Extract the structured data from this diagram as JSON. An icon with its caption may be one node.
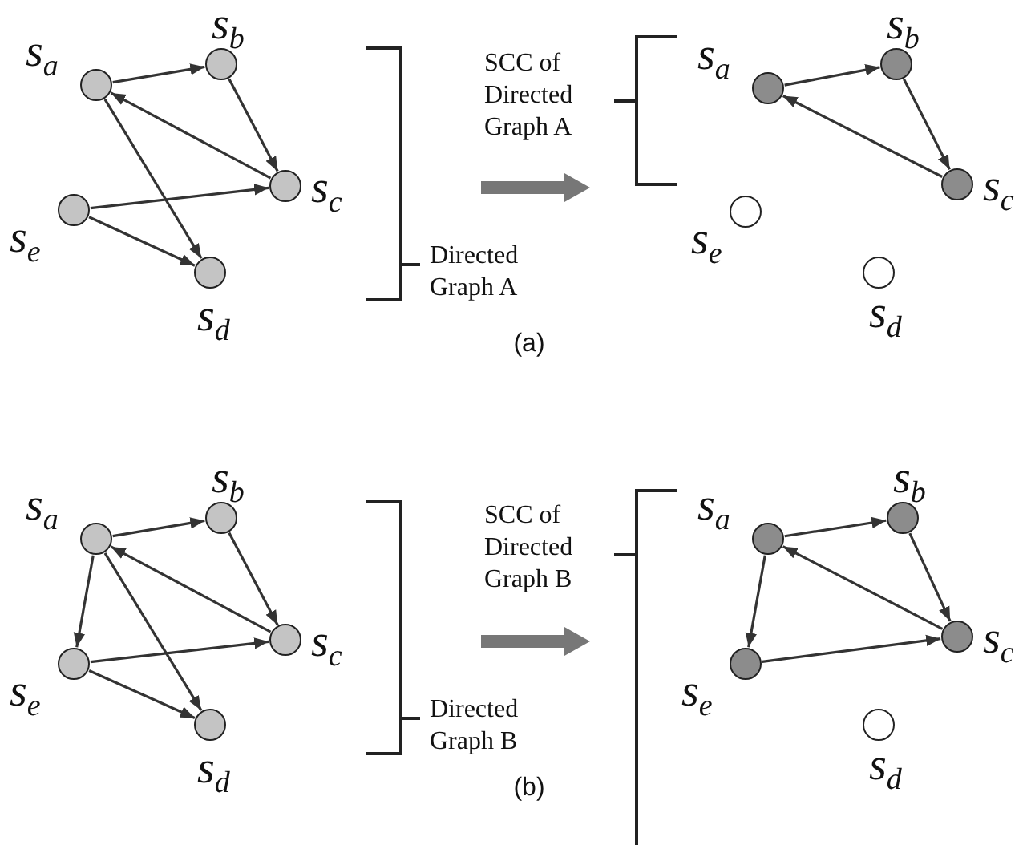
{
  "diagram": {
    "nodes": [
      {
        "text": [],
        "shape": "circle",
        "beside": [
          "s$_{a}$"
        ]
      },
      {
        "text": [],
        "shape": "circle",
        "beside": [
          "s$_{b}$"
        ]
      },
      {
        "text": [],
        "shape": "circle",
        "beside": [
          "s$_{c}$"
        ]
      },
      {
        "text": [],
        "shape": "circle",
        "beside": [
          "s$_{d}$"
        ]
      },
      {
        "text": [],
        "shape": "circle",
        "beside": [
          "s$_{e}$"
        ]
      },
      {
        "text": [],
        "shape": "circle",
        "beside": [
          "s$_{a}$"
        ]
      },
      {
        "text": [],
        "shape": "circle",
        "beside": [
          "s$_{b}$"
        ]
      },
      {
        "text": [],
        "shape": "circle",
        "beside": [
          "s$_{c}$"
        ]
      },
      {
        "text": [],
        "shape": "circle",
        "beside": [
          "s$_{d}$"
        ]
      },
      {
        "text": [],
        "shape": "circle",
        "beside": [
          "s$_{e}$"
        ]
      },
      {
        "text": [],
        "shape": "circle",
        "beside": [
          "s$_{a}$"
        ]
      },
      {
        "text": [],
        "shape": "circle",
        "beside": [
          "s$_{b}$"
        ]
      },
      {
        "text": [],
        "shape": "circle",
        "beside": [
          "s$_{c}$"
        ]
      },
      {
        "text": [],
        "shape": "circle",
        "beside": [
          "s$_{d}$"
        ]
      },
      {
        "text": [],
        "shape": "circle",
        "beside": [
          "s$_{e}$"
        ]
      },
      {
        "text": [],
        "shape": "circle",
        "beside": [
          "s$_{a}$"
        ]
      },
      {
        "text": [],
        "shape": "circle",
        "beside": [
          "s$_{b}$"
        ]
      },
      {
        "text": [],
        "shape": "circle",
        "beside": [
          "s$_{c}$"
        ]
      },
      {
        "text": [],
        "shape": "circle",
        "beside": [
          "s$_{d}$"
        ]
      },
      {
        "text": [],
        "shape": "circle",
        "beside": [
          "s$_{e}$"
        ]
      }
    ],
    "edges": [
      {
        "from": 0,
        "to": 1,
        "arrow": "to"
      },
      {
        "from": 1,
        "to": 2,
        "arrow": "to"
      },
      {
        "from": 2,
        "to": 0,
        "arrow": "to"
      },
      {
        "from": 0,
        "to": 3,
        "arrow": "to"
      },
      {
        "from": 4,
        "to": 2,
        "arrow": "to"
      },
      {
        "from": 4,
        "to": 3,
        "arrow": "to"
      },
      {
        "from": 5,
        "to": 6,
        "arrow": "to"
      },
      {
        "from": 6,
        "to": 7,
        "arrow": "to"
      },
      {
        "from": 7,
        "to": 5,
        "arrow": "to"
      },
      {
        "from": 10,
        "to": 11,
        "arrow": "to"
      },
      {
        "from": 11,
        "to": 12,
        "arrow": "to"
      },
      {
        "from": 12,
        "to": 10,
        "arrow": "to"
      },
      {
        "from": 10,
        "to": 14,
        "arrow": "to"
      },
      {
        "from": 10,
        "to": 13,
        "arrow": "to"
      },
      {
        "from": 14,
        "to": 12,
        "arrow": "to"
      },
      {
        "from": 14,
        "to": 13,
        "arrow": "to"
      },
      {
        "from": 15,
        "to": 16,
        "arrow": "to"
      },
      {
        "from": 16,
        "to": 17,
        "arrow": "to"
      },
      {
        "from": 17,
        "to": 15,
        "arrow": "to"
      },
      {
        "from": 15,
        "to": 19,
        "arrow": "to"
      },
      {
        "from": 19,
        "to": 17,
        "arrow": "to"
      }
    ],
    "labels": [
      "SCC of Directed Graph A",
      "Directed Graph A",
      "(a)",
      "SCC of Directed Graph B",
      "Directed Graph B",
      "(b)"
    ]
  }
}
